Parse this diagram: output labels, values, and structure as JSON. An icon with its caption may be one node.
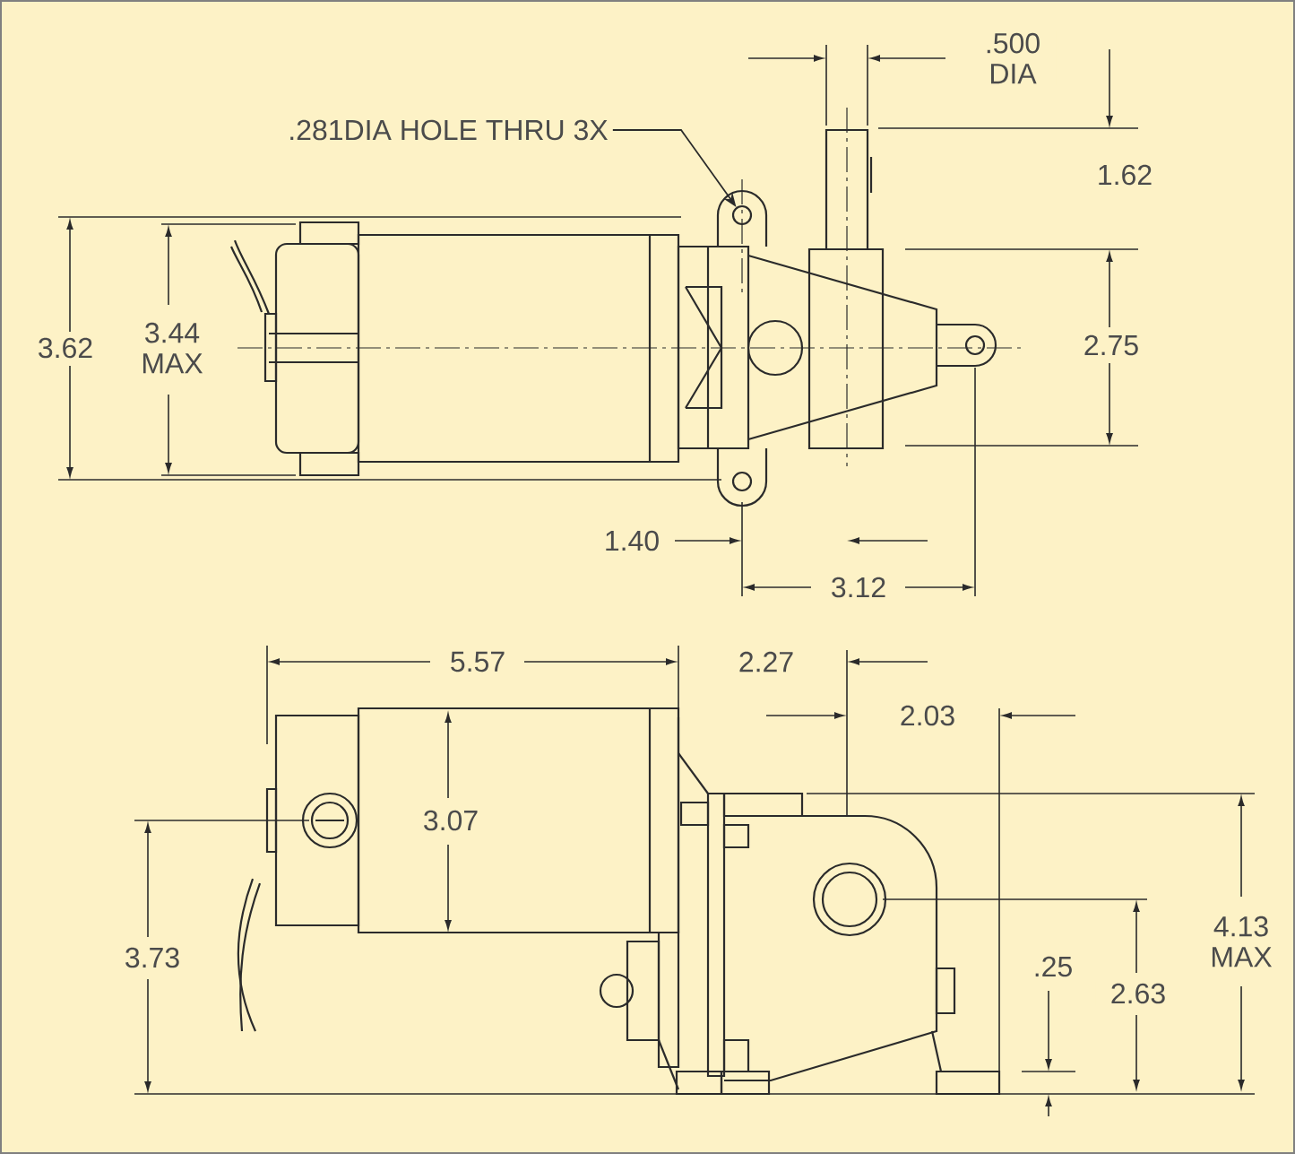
{
  "diagram": {
    "nodes": [
      {
        "text": [
          ".281DIA HOLE THRU 3X"
        ]
      },
      {
        "text": [],
        "shape": "circle"
      }
    ],
    "edges": [
      {
        "from": 0,
        "to": 1,
        "arrow": "to"
      }
    ],
    "labels": [
      ".500 DIA",
      "1.62",
      "3.62",
      "3.44 MAX",
      "2.75",
      "1.40",
      "3.12",
      "5.57",
      "2.27",
      "2.03",
      "3.07",
      "3.73",
      ".25",
      "2.63",
      "4.13 MAX"
    ]
  }
}
